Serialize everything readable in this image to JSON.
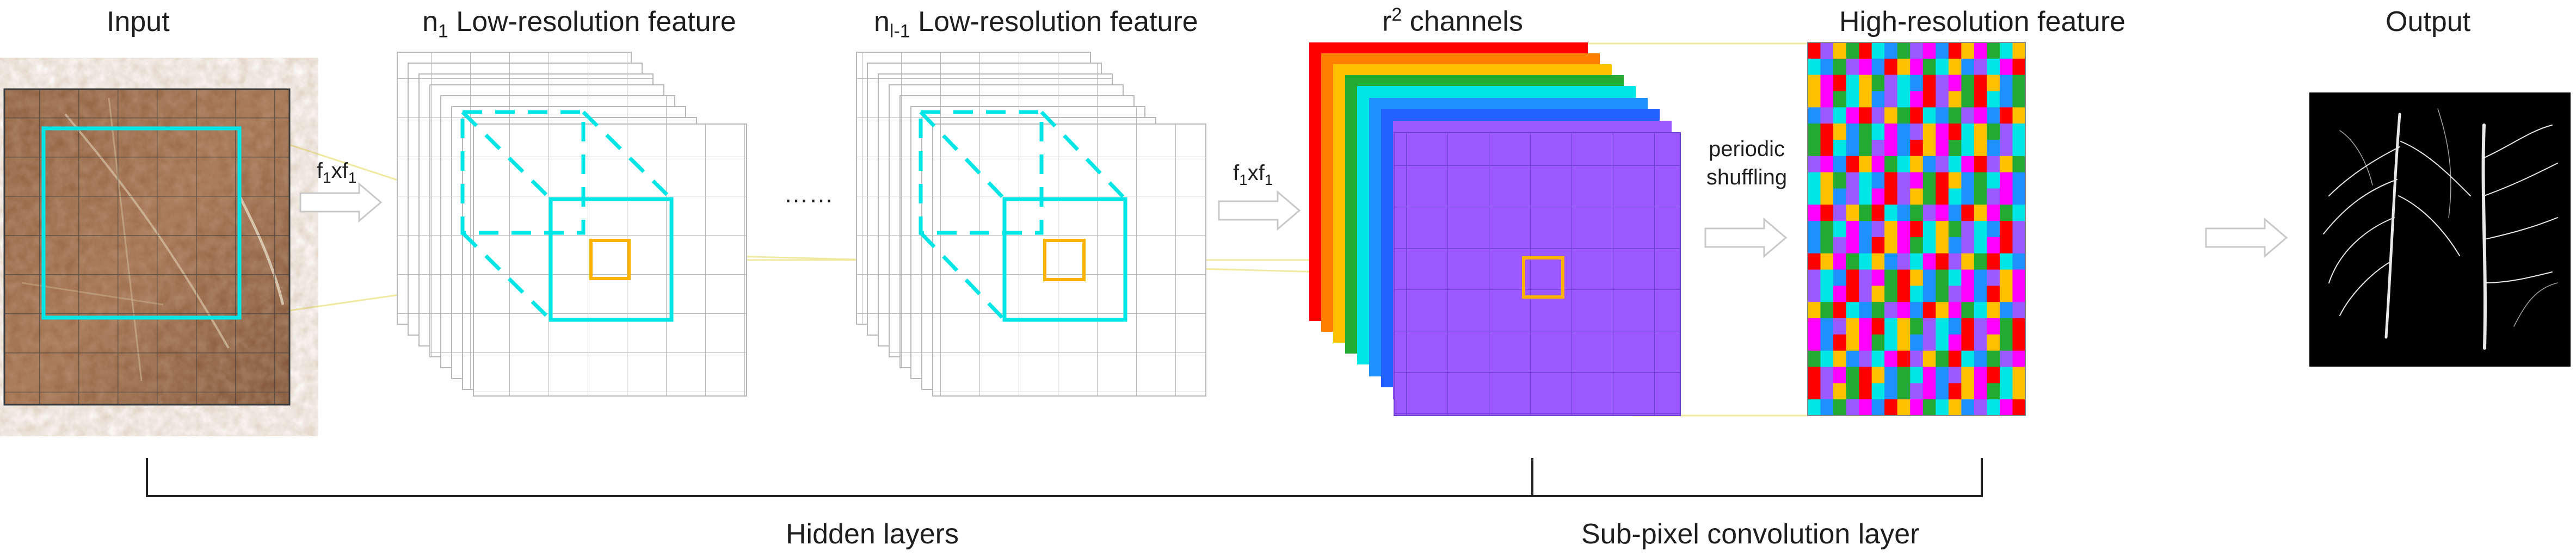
{
  "labels": {
    "input": "Input",
    "layer1_prefix": "n",
    "layer1_sub": "1",
    "layer1_suffix": " Low-resolution feature",
    "layerl_prefix": "n",
    "layerl_sub": "l-1",
    "layerl_suffix": " Low-resolution feature",
    "channels_prefix": "r",
    "channels_sup": "2",
    "channels_suffix": " channels",
    "high_res": "High-resolution feature",
    "output": "Output",
    "conv1": "f",
    "conv1_sub": "1",
    "conv1_x": "xf",
    "conv1_sub2": "1",
    "conv2": "f",
    "conv2_sub": "1",
    "conv2_x": "xf",
    "conv2_sub2": "1",
    "ellipsis": "……",
    "periodic": "periodic",
    "shuffling": "shuffling",
    "hidden_layers": "Hidden layers",
    "subpixel": "Sub-pixel convolution layer"
  },
  "colors": {
    "window": "#00e5e5",
    "kernel": "#ffb300",
    "grid": "#b8b8b8",
    "arrow": "#c8c8c8",
    "leader": "#f0eaa0",
    "bracket": "#222222",
    "channel_stack": [
      "#ff0000",
      "#ff7f00",
      "#ffc000",
      "#ffe000",
      "#22aa33",
      "#00e5e5",
      "#1e90ff",
      "#2060ff",
      "#9b59ff",
      "#a070ff"
    ],
    "shuffle_palette": [
      "#ff0000",
      "#ffc000",
      "#22aa33",
      "#00e5e5",
      "#1e90ff",
      "#9b59ff",
      "#ff00ff"
    ]
  },
  "icons": {
    "arrow": "right-arrow-icon"
  }
}
